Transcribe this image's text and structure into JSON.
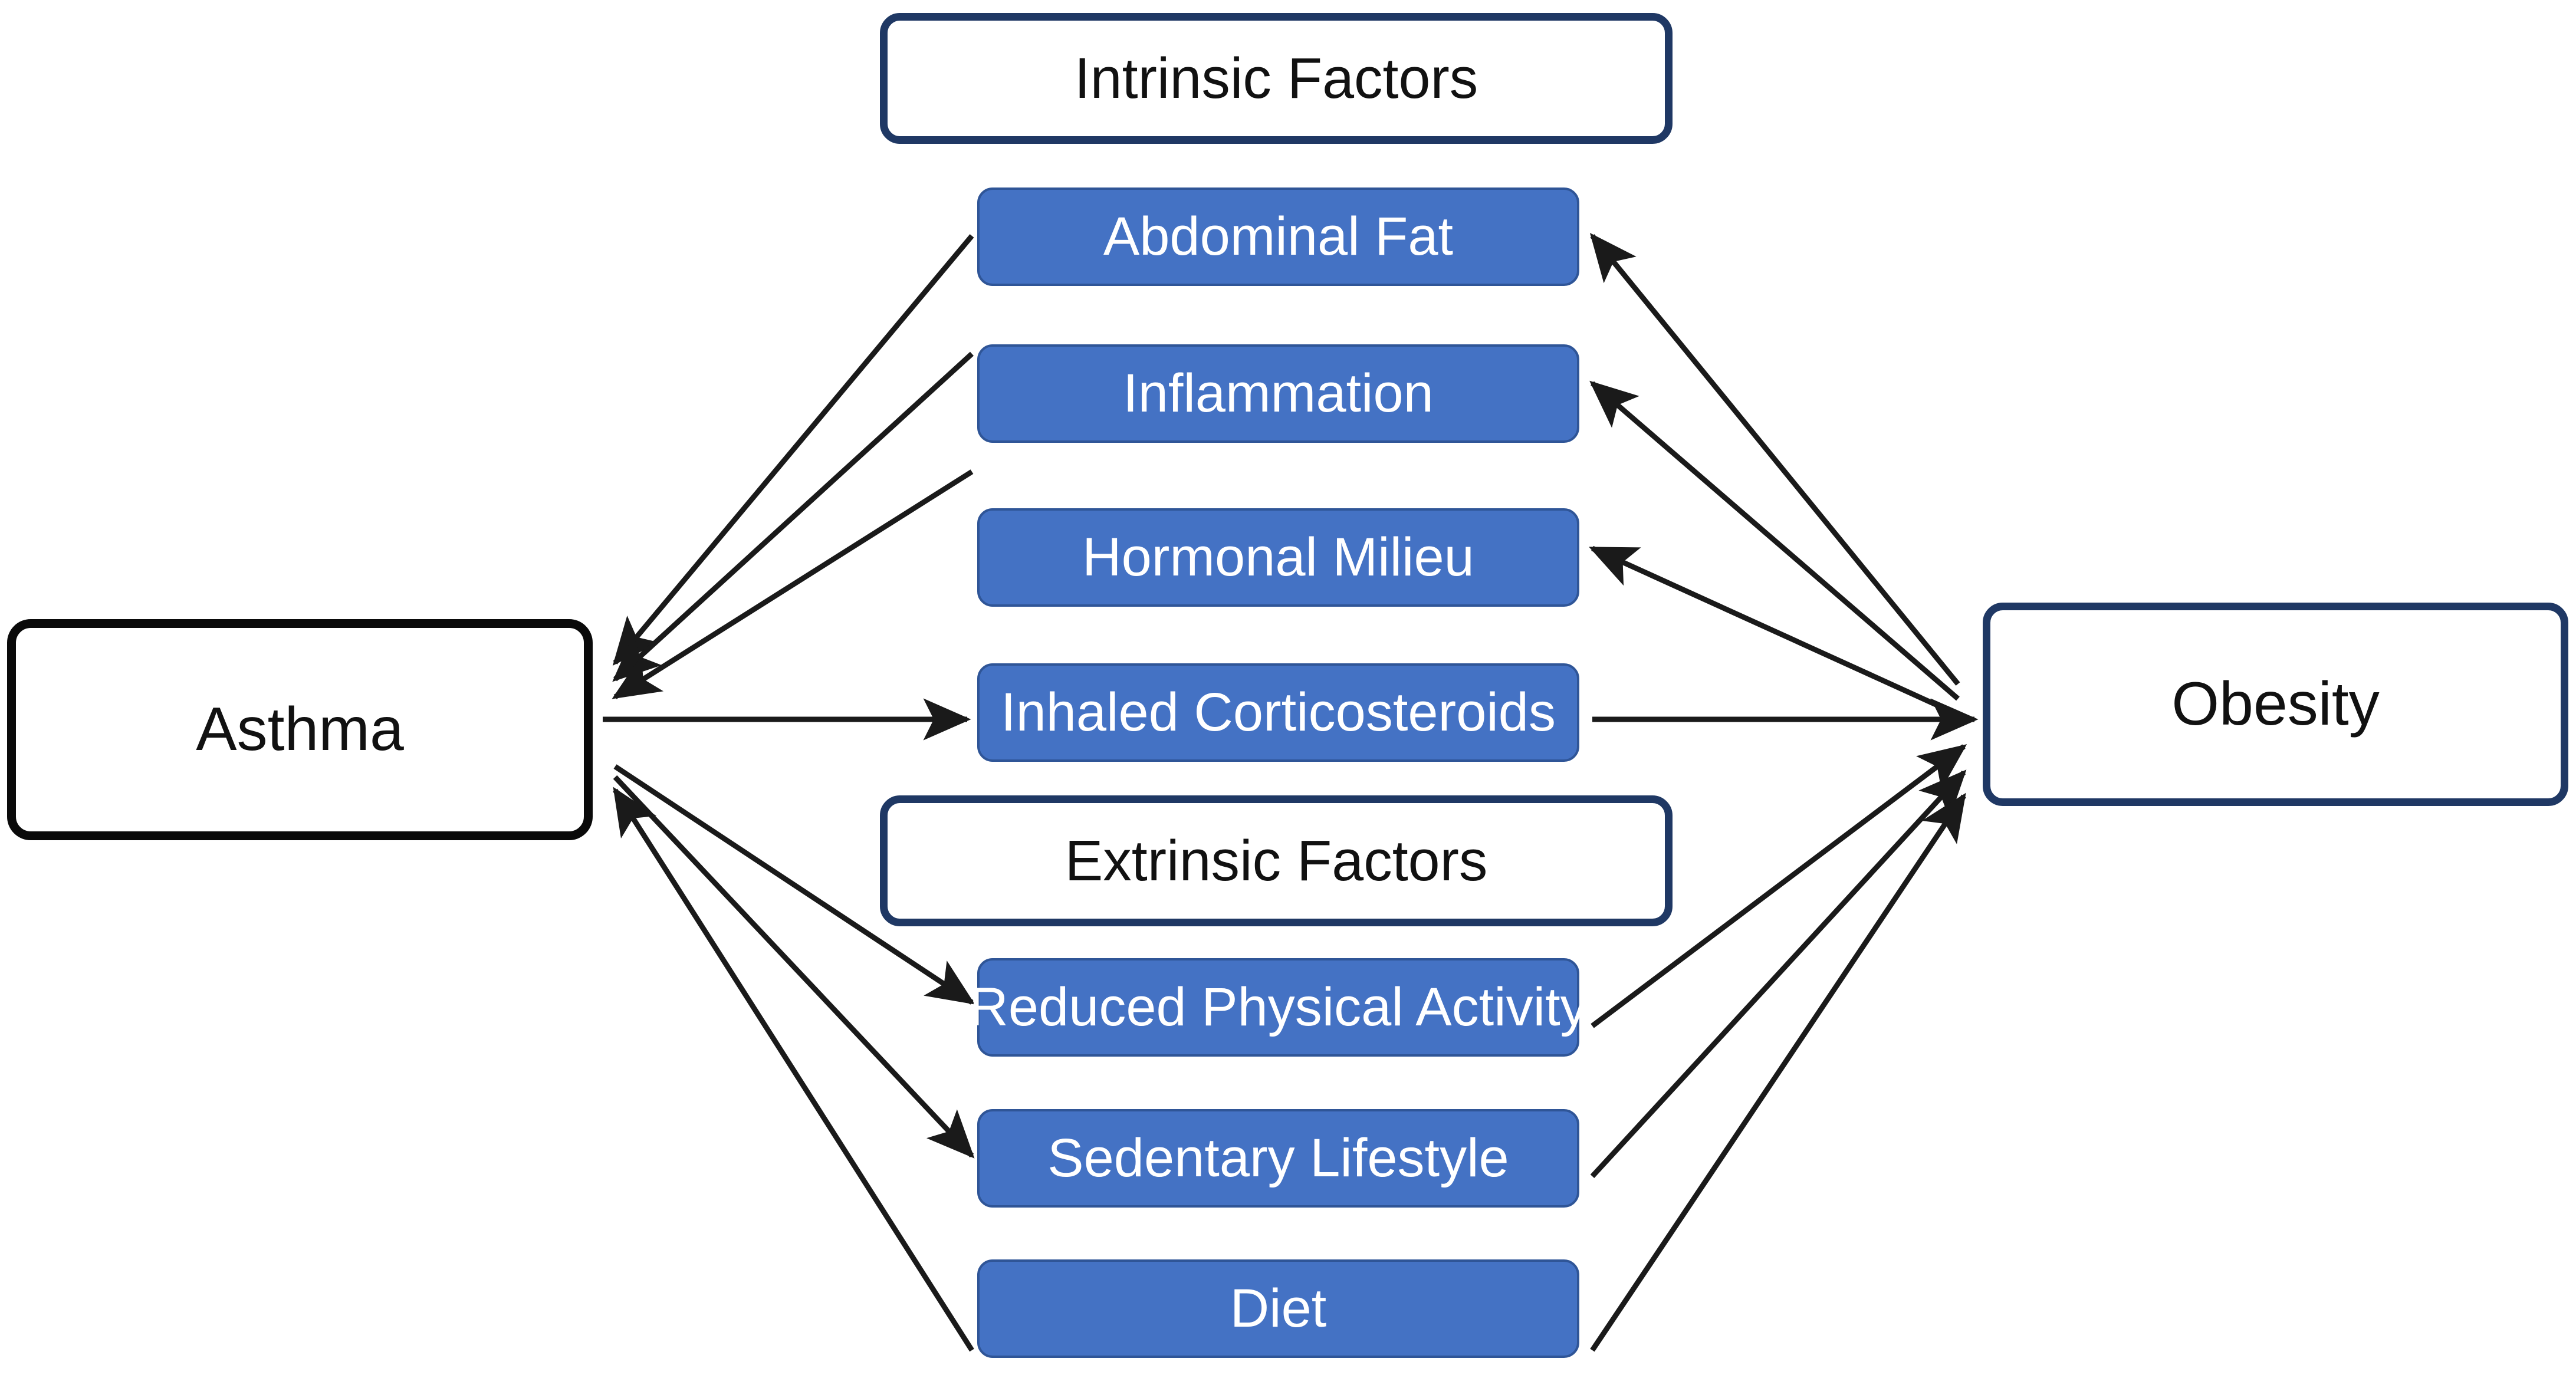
{
  "diagram": {
    "title_nodes": {
      "intrinsic": "Intrinsic Factors",
      "extrinsic": "Extrinsic Factors"
    },
    "terminals": {
      "left": "Asthma",
      "right": "Obesity"
    },
    "colors": {
      "blue_fill": "#4472C4",
      "blue_stroke": "#2F5597",
      "navy_outline": "#1F3864",
      "black_outline": "#0A0A0A",
      "arrow": "#1A1A1A",
      "background": "#FFFFFF",
      "blue_text": "#FFFFFF",
      "dark_text": "#111111"
    },
    "intrinsic_factors": [
      "Abdominal Fat",
      "Inflammation",
      "Hormonal Milieu",
      "Inhaled Corticosteroids"
    ],
    "extrinsic_factors": [
      "Reduced Physical Activity",
      "Sedentary Lifestyle",
      "Diet"
    ],
    "edges": [
      {
        "from": "Abdominal Fat",
        "to": "Asthma",
        "direction": "left"
      },
      {
        "from": "Inflammation",
        "to": "Asthma",
        "direction": "left"
      },
      {
        "from": "Hormonal Milieu",
        "to": "Asthma",
        "direction": "left"
      },
      {
        "from": "Asthma",
        "to": "Inhaled Corticosteroids",
        "direction": "right"
      },
      {
        "from": "Obesity",
        "to": "Abdominal Fat",
        "direction": "left"
      },
      {
        "from": "Obesity",
        "to": "Inflammation",
        "direction": "left"
      },
      {
        "from": "Obesity",
        "to": "Hormonal Milieu",
        "direction": "left"
      },
      {
        "from": "Inhaled Corticosteroids",
        "to": "Obesity",
        "direction": "right"
      },
      {
        "from": "Asthma",
        "to": "Reduced Physical Activity",
        "direction": "right"
      },
      {
        "from": "Asthma",
        "to": "Sedentary Lifestyle",
        "direction": "right"
      },
      {
        "from": "Diet",
        "to": "Asthma",
        "direction": "left"
      },
      {
        "from": "Reduced Physical Activity",
        "to": "Obesity",
        "direction": "right"
      },
      {
        "from": "Sedentary Lifestyle",
        "to": "Obesity",
        "direction": "right"
      },
      {
        "from": "Diet",
        "to": "Obesity",
        "direction": "right"
      }
    ]
  }
}
